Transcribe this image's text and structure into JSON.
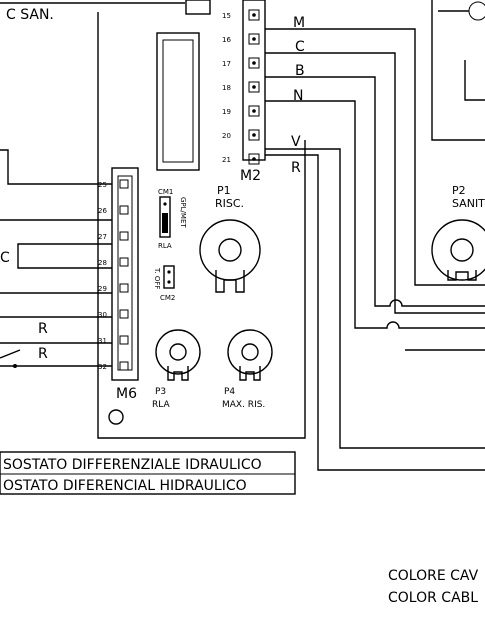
{
  "labels": {
    "c_san": "C SAN.",
    "m2": "M2",
    "m6": "M6",
    "cm1": "CM1",
    "cm1_opts": "GPL/MET",
    "rla_small": "RLA",
    "t_off": "T. OFF",
    "cm2": "CM2",
    "p1": "P1",
    "p1_desc": "RISC.",
    "p2": "P2",
    "p2_desc": "SANIT",
    "p3": "P3",
    "p3_desc": "RLA",
    "p4": "P4",
    "p4_desc": "MAX. RIS.",
    "c_left": "C",
    "r_left_1": "R",
    "r_left_2": "R"
  },
  "wires": {
    "m": "M",
    "c": "C",
    "b": "B",
    "n": "N",
    "v": "V",
    "r": "R"
  },
  "m2_pins": [
    "15",
    "16",
    "17",
    "18",
    "19",
    "20",
    "21"
  ],
  "m6_pins": [
    "25",
    "26",
    "27",
    "28",
    "29",
    "30",
    "31",
    "32"
  ],
  "caption": {
    "line1": "SOSTATO DIFFERENZIALE IDRAULICO",
    "line2": "OSTATO DIFERENCIAL HIDRAULICO"
  },
  "legend": {
    "line1": "COLORE CAV",
    "line2": "COLOR CABL"
  }
}
